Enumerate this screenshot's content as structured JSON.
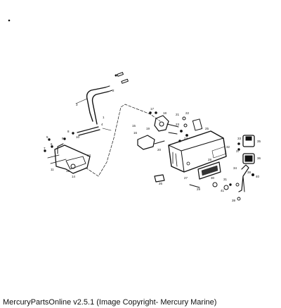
{
  "footer": {
    "caption": "MercuryPartsOnline v2.5.1 (Image Copyright- Mercury Marine)"
  },
  "callouts": [
    "1",
    "2",
    "3",
    "4",
    "5",
    "6",
    "7",
    "8",
    "9",
    "10",
    "11",
    "12",
    "13",
    "14",
    "15",
    "16",
    "17",
    "18",
    "19",
    "20",
    "21",
    "22",
    "23",
    "24",
    "25",
    "26",
    "27",
    "28",
    "29",
    "30",
    "31",
    "32",
    "33",
    "34",
    "35",
    "36",
    "37",
    "38",
    "39",
    "40",
    "41"
  ]
}
